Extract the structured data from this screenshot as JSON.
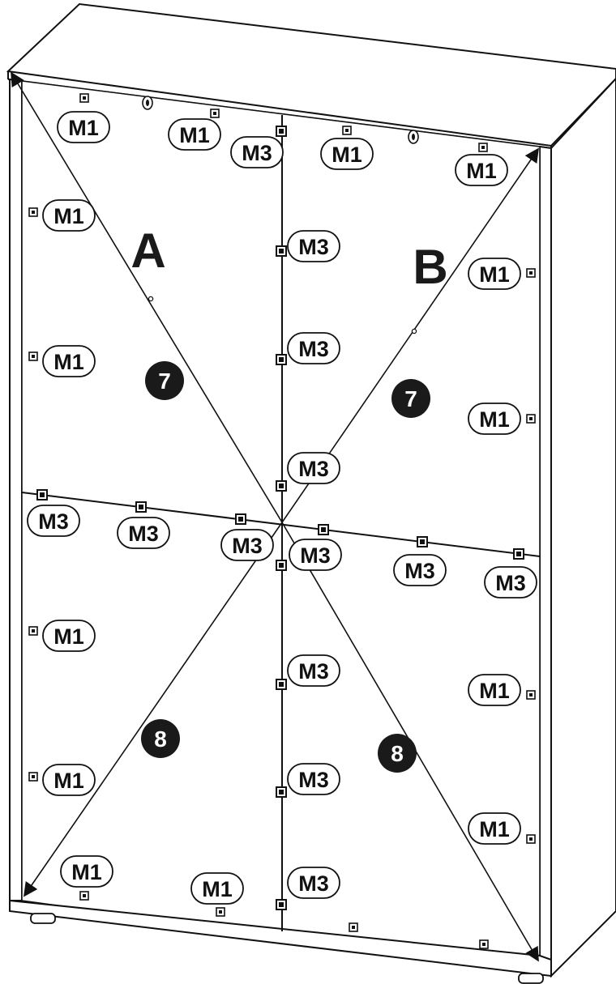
{
  "panels": {
    "left": "A",
    "right": "B"
  },
  "steps": {
    "upper": "7",
    "lower": "8"
  },
  "fittings": {
    "m1": "M1",
    "m3": "M3"
  },
  "colors": {
    "line": "#111111",
    "fill": "#ffffff",
    "badge": "#1a1a1a"
  },
  "icons": {
    "m1": "square-fitting-icon",
    "m3": "clip-fitting-icon"
  }
}
